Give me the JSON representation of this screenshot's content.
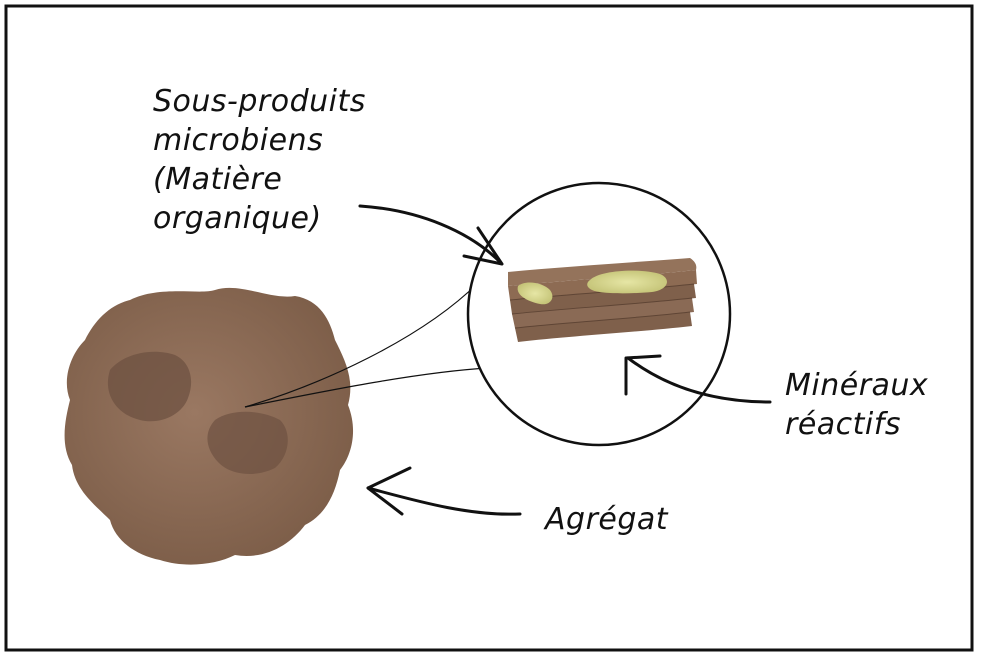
{
  "labels": {
    "microbial_line1": "Sous-produits",
    "microbial_line2": "microbiens",
    "microbial_line3": "(Matière",
    "microbial_line4": "organique)",
    "minerals_line1": "Minéraux",
    "minerals_line2": "réactifs",
    "aggregate": "Agrégat"
  },
  "colors": {
    "frame": "#111111",
    "soil": "#8a6a55",
    "soil_dark": "#6e5141",
    "layers": "#8d6b53",
    "organic_matter": "#d8d98c",
    "ink": "#111111"
  }
}
